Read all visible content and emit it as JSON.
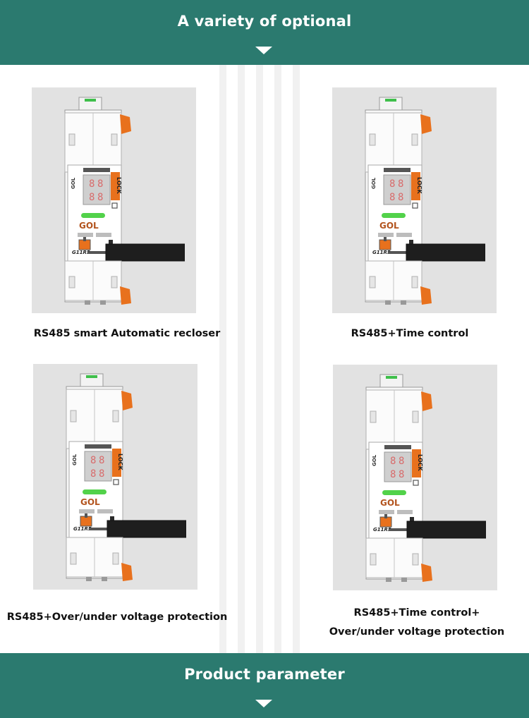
{
  "header": {
    "title": "A variety of optional"
  },
  "footer": {
    "title": "Product parameter"
  },
  "products": [
    {
      "caption": [
        "RS485 smart Automatic recloser"
      ],
      "device": {
        "model": "G11R5",
        "brand": "GOL",
        "lock_label": "LOCK",
        "logo": "GOL"
      }
    },
    {
      "caption": [
        "RS485+Time control"
      ],
      "device": {
        "model": "G11R5",
        "brand": "GOL",
        "lock_label": "LOCK",
        "logo": "GOL"
      }
    },
    {
      "caption": [
        "RS485+Over/under voltage protection"
      ],
      "device": {
        "model": "G11R5",
        "brand": "GOL",
        "lock_label": "LOCK",
        "logo": "GOL"
      }
    },
    {
      "caption": [
        "RS485+Time control+",
        "Over/under voltage protection"
      ],
      "device": {
        "model": "G11R5",
        "brand": "GOL",
        "lock_label": "LOCK",
        "logo": "GOL"
      }
    }
  ],
  "colors": {
    "banner": "#2b7a6f",
    "card": "#e2e2e2",
    "accent_orange": "#e8711d",
    "handle": "#1e1e1e"
  }
}
